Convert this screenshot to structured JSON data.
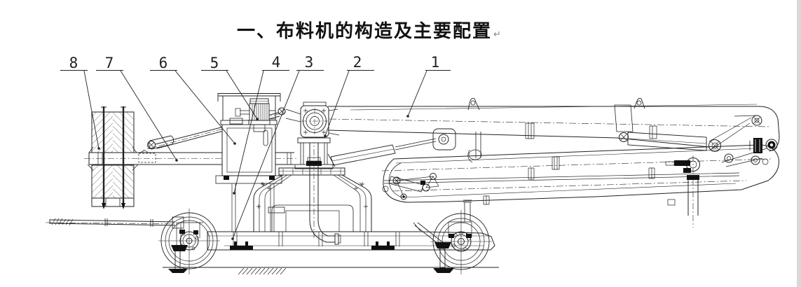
{
  "page": {
    "title": "一、布料机的构造及主要配置",
    "return_mark": "↵",
    "background": "#ffffff",
    "line_color": "#222222",
    "page_edge_color": "#d9d9d9"
  },
  "figure": {
    "kind": "engineering line drawing",
    "view": "side elevation of concrete placing boom machine (folded, on wheels)"
  },
  "part_labels": {
    "items": [
      "8",
      "7",
      "6",
      "5",
      "4",
      "3",
      "2",
      "1"
    ]
  }
}
